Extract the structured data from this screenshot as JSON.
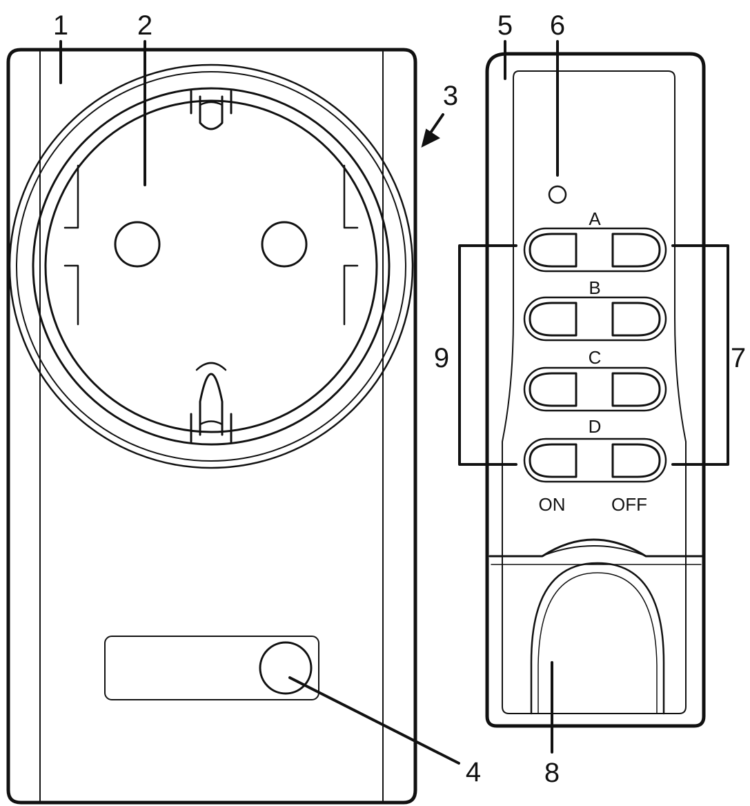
{
  "callouts": {
    "c1": "1",
    "c2": "2",
    "c3": "3",
    "c4": "4",
    "c5": "5",
    "c6": "6",
    "c7": "7",
    "c8": "8",
    "c9": "9"
  },
  "remote": {
    "groups": [
      "A",
      "B",
      "C",
      "D"
    ],
    "on_label": "ON",
    "off_label": "OFF"
  },
  "colors": {
    "ink": "#111111",
    "background": "#ffffff"
  }
}
